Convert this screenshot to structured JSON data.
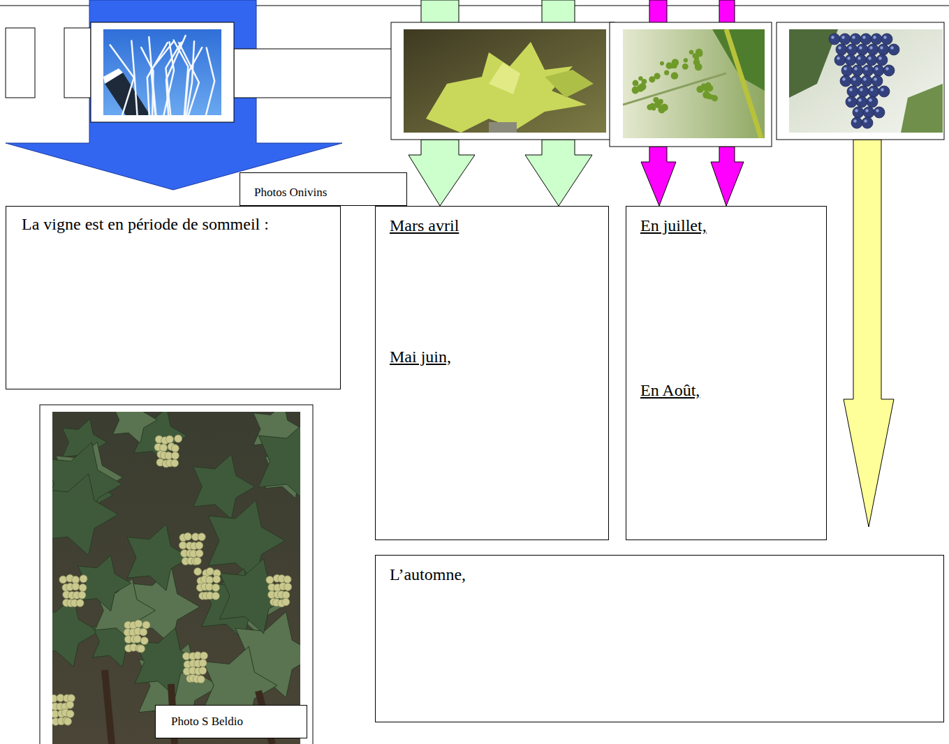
{
  "diagram": {
    "nodes": [
      {
        "text": [
          "Photos Onivins"
        ]
      },
      {
        "text": [
          "La vigne est en période de sommeil :"
        ]
      },
      {
        "text": [
          "Mars avril",
          "Mai juin,"
        ]
      },
      {
        "text": [
          "En juillet,",
          "En Août,"
        ]
      },
      {
        "text": [
          "L’automne,"
        ]
      },
      {
        "text": [
          "Photo S Beldio"
        ]
      }
    ]
  }
}
